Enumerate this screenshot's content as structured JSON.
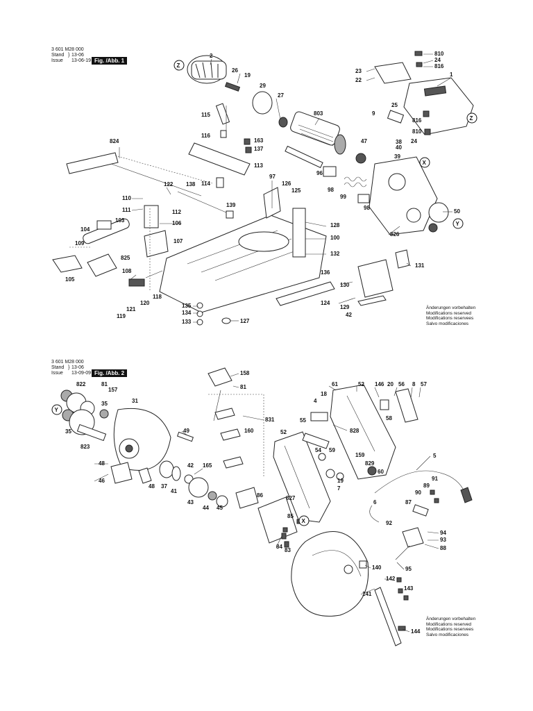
{
  "sheet1": {
    "doc_number": "3 601 M28 000",
    "stand_label": "Stand",
    "issue_label": "Issue",
    "stand_value": "13-06",
    "issue_value": "13-06-19",
    "figure_label": "Fig. /Abb. 1",
    "note_lines": [
      "Änderungen vorbehalten",
      "Modifications reserved",
      "Modifications reservees",
      "Salvo modificaciones"
    ],
    "callouts": [
      "2",
      "26",
      "19",
      "29",
      "27",
      "803",
      "810",
      "24",
      "816",
      "1",
      "23",
      "22",
      "Z",
      "Z",
      "25",
      "9",
      "816",
      "810",
      "24",
      "115",
      "116",
      "163",
      "137",
      "113",
      "824",
      "38",
      "40",
      "47",
      "39",
      "X",
      "96",
      "97",
      "126",
      "125",
      "98",
      "99",
      "98",
      "50",
      "Y",
      "826",
      "122",
      "110",
      "111",
      "112",
      "103",
      "106",
      "104",
      "138",
      "139",
      "114",
      "128",
      "100",
      "132",
      "109",
      "107",
      "825",
      "105",
      "108",
      "131",
      "136",
      "130",
      "124",
      "120",
      "118",
      "121",
      "119",
      "135",
      "134",
      "133",
      "127",
      "129",
      "42"
    ]
  },
  "sheet2": {
    "doc_number": "3 601 M28 000",
    "stand_label": "Stand",
    "issue_label": "Issue",
    "stand_value": "13-06",
    "issue_value": "13-09-09",
    "figure_label": "Fig. /Abb. 2",
    "note_lines": [
      "Änderungen vorbehalten",
      "Modifications reserved",
      "Modifications reservees",
      "Salvo modificaciones"
    ],
    "callouts": [
      "158",
      "81",
      "822",
      "81",
      "157",
      "31",
      "35",
      "Y",
      "35",
      "823",
      "61",
      "52",
      "146",
      "20",
      "56",
      "8",
      "57",
      "18",
      "4",
      "55",
      "58",
      "828",
      "831",
      "160",
      "49",
      "52",
      "159",
      "54",
      "59",
      "829",
      "60",
      "165",
      "48",
      "46",
      "48",
      "37",
      "42",
      "41",
      "43",
      "44",
      "45",
      "86",
      "827",
      "X",
      "7",
      "19",
      "5",
      "91",
      "89",
      "90",
      "87",
      "6",
      "92",
      "94",
      "93",
      "88",
      "84",
      "83",
      "85",
      "95",
      "140",
      "142",
      "141",
      "143",
      "144"
    ]
  }
}
